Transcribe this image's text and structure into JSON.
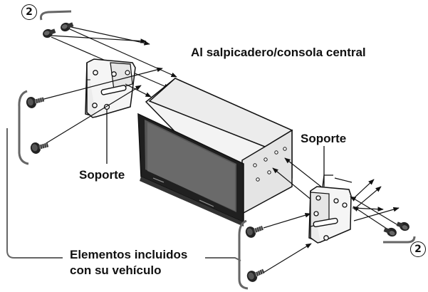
{
  "labels": {
    "dashboard": "Al salpicadero/consola central",
    "bracket_left": "Soporte",
    "bracket_right": "Soporte",
    "vehicle_parts_line1": "Elementos incluidos",
    "vehicle_parts_line2": "con su vehículo"
  },
  "callouts": {
    "screws_top_left": "2",
    "screws_bottom_right": "2"
  },
  "icons": [
    "screw-icon",
    "bracket",
    "head-unit"
  ]
}
